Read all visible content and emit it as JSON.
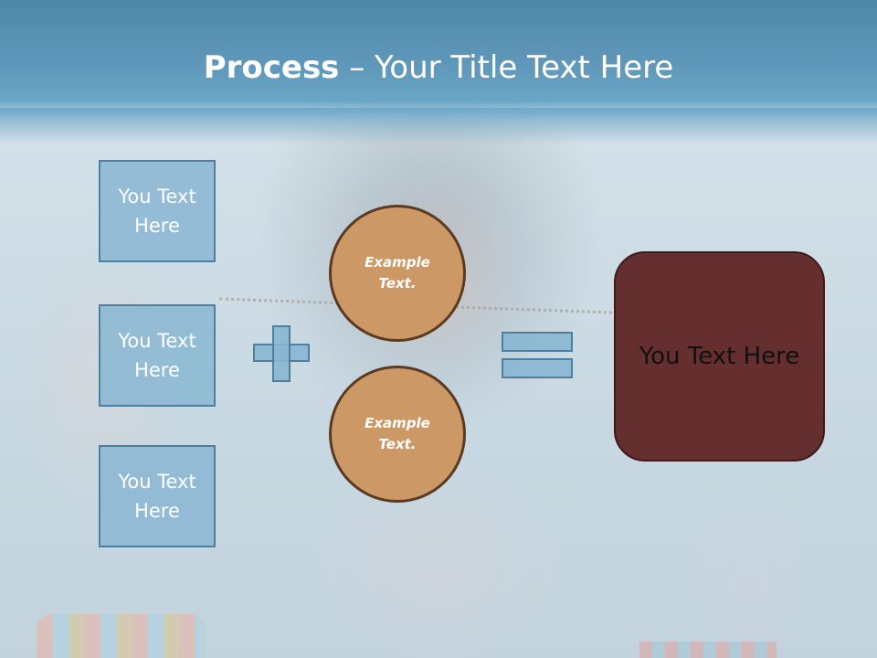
{
  "slide": {
    "title_bold": "Process",
    "title_rest": " – Your Title Text Here"
  },
  "left_boxes": [
    {
      "label": "You Text Here"
    },
    {
      "label": "You Text Here"
    },
    {
      "label": "You Text Here"
    }
  ],
  "circles": [
    {
      "label": "Example Text."
    },
    {
      "label": "Example Text."
    }
  ],
  "result": {
    "label": "You Text Here"
  },
  "operators": {
    "plus": "plus-sign",
    "equals": "equals-sign"
  },
  "colors": {
    "title_bar": "#5f98ba",
    "box_fill": "#8ab6d2",
    "box_border": "#4f7f9f",
    "circle_fill": "#cc9866",
    "circle_border": "#5b3a22",
    "result_fill": "#652f2f"
  }
}
